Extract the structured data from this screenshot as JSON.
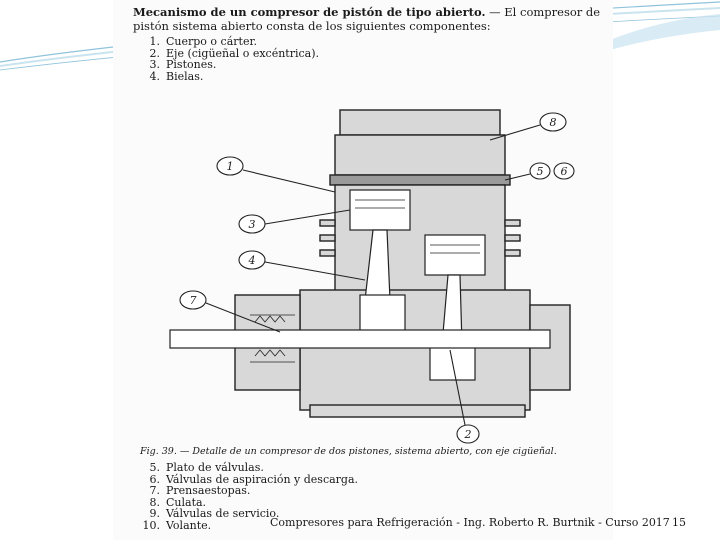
{
  "heading": {
    "title": "Mecanismo de un compresor de pistón de tipo abierto.",
    "rest": " — El compresor de pistón sistema abierto consta de los siguientes componentes:"
  },
  "components_top": [
    {
      "num": "1.",
      "label": "Cuerpo o cárter."
    },
    {
      "num": "2.",
      "label": "Eje (cigüeñal o excéntrica)."
    },
    {
      "num": "3.",
      "label": "Pistones."
    },
    {
      "num": "4.",
      "label": "Bielas."
    }
  ],
  "figure": {
    "caption": "Fig. 39. — Detalle de un compresor de dos pistones, sistema abierto, con eje cigüeñal.",
    "callouts": [
      "1",
      "3",
      "4",
      "7",
      "8",
      "5",
      "6",
      "2"
    ]
  },
  "components_bottom": [
    {
      "num": "5.",
      "label": "Plato de válvulas."
    },
    {
      "num": "6.",
      "label": "Válvulas de aspiración y descarga."
    },
    {
      "num": "7.",
      "label": "Prensaestopas."
    },
    {
      "num": "8.",
      "label": "Culata."
    },
    {
      "num": "9.",
      "label": "Válvulas de servicio."
    },
    {
      "num": "10.",
      "label": "Volante."
    }
  ],
  "footer": {
    "text": "Compresores para Refrigeración - Ing. Roberto R. Burtnik - Curso 2017",
    "page": "15"
  },
  "colors": {
    "deco_blue": "#8fc3dc",
    "deco_light": "#c9e3ef"
  }
}
